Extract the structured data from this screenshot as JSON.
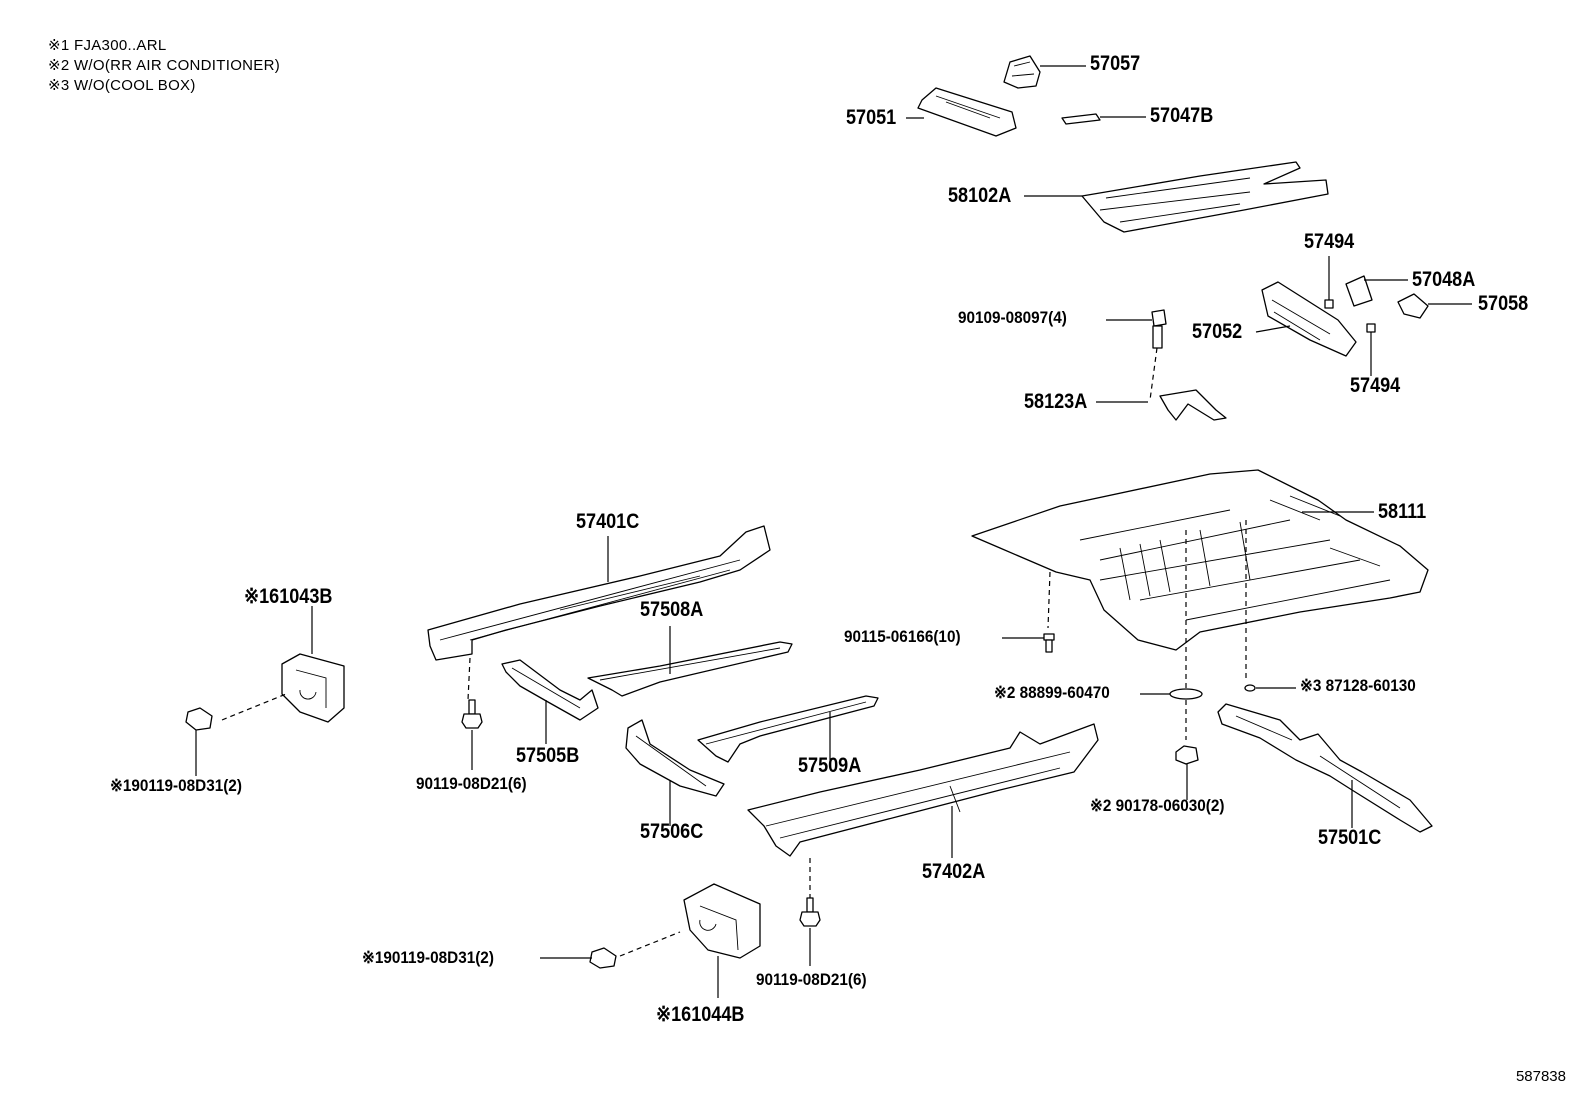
{
  "notes": [
    "※1 FJA300..ARL",
    "※2 W/O(RR AIR CONDITIONER)",
    "※3 W/O(COOL BOX)"
  ],
  "parts": {
    "p57057": "57057",
    "p57051": "57051",
    "p57047B": "57047B",
    "p58102A": "58102A",
    "p57494a": "57494",
    "p57048A": "57048A",
    "p57058": "57058",
    "p90109": "90109-08097(4)",
    "p57052": "57052",
    "p57494b": "57494",
    "p58123A": "58123A",
    "p58111": "58111",
    "p57401C": "57401C",
    "p61043B": "※161043B",
    "p57508A": "57508A",
    "p90115": "90115-06166(10)",
    "p88899": "※2 88899-60470",
    "p87128": "※3 87128-60130",
    "p90119a": "※190119-08D31(2)",
    "p90119b": "90119-08D21(6)",
    "p57505B": "57505B",
    "p57509A": "57509A",
    "p90178": "※2 90178-06030(2)",
    "p57506C": "57506C",
    "p57501C": "57501C",
    "p57402A": "57402A",
    "p90119c": "※190119-08D31(2)",
    "p90119d": "90119-08D21(6)",
    "p61044B": "※161044B"
  },
  "illustration_code": "587838"
}
